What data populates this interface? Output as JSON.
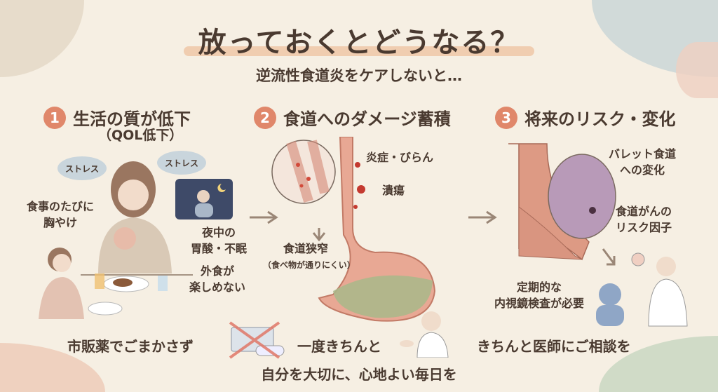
{
  "header": {
    "title": "放っておくとどうなる？",
    "subtitle": "逆流性食道炎をケアしないと…"
  },
  "sections": [
    {
      "number": "1",
      "title": "生活の質が低下",
      "subtitle": "（QOL低下）",
      "labels": {
        "stress1": "ストレス",
        "stress2": "ストレス",
        "heartburn_1": "食事のたびに",
        "heartburn_2": "胸やけ",
        "night_1": "夜中の",
        "night_2": "胃酸・不眠",
        "eating_1": "外食が",
        "eating_2": "楽しめない"
      }
    },
    {
      "number": "2",
      "title": "食道へのダメージ蓄積",
      "labels": {
        "inflammation": "炎症・びらん",
        "ulcer": "潰瘍",
        "stricture": "食道狭窄",
        "stricture_note": "（食べ物が通りにくい）"
      }
    },
    {
      "number": "3",
      "title": "将来のリスク・変化",
      "labels": {
        "barrett_1": "バレット食道",
        "barrett_2": "への変化",
        "cancer_1": "食道がんの",
        "cancer_2": "リスク因子",
        "endoscopy_1": "定期的な",
        "endoscopy_2": "内視鏡検査が必要"
      }
    }
  ],
  "footer": {
    "no_otc": "市販薬でごまかさず",
    "once": "一度きちんと",
    "consult": "きちんと医師にご相談を",
    "closing": "自分を大切に、心地よい毎日を"
  },
  "colors": {
    "background": "#f6efe3",
    "accent": "#e0876a",
    "text": "#4a3a30"
  }
}
